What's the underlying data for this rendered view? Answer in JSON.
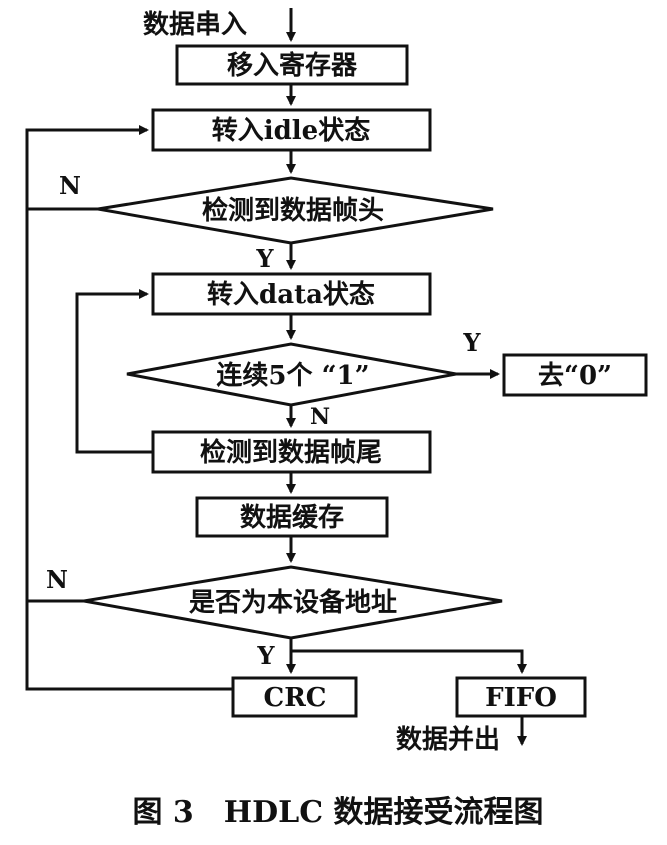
{
  "input_label": "数据串入",
  "output_label": "数据并出",
  "nodes": {
    "shift_in": "移入寄存器",
    "idle_state": "转入idle状态",
    "detect_head": "检测到数据帧头",
    "data_state": "转入data状态",
    "five_ones": "连续5个 “1”",
    "remove_zero": "去“0”",
    "detect_tail": "检测到数据帧尾",
    "buffer": "数据缓存",
    "addr_check": "是否为本设备地址",
    "crc": "CRC",
    "fifo": "FIFO"
  },
  "branch_labels": {
    "head_no": "N",
    "head_yes": "Y",
    "ones_yes": "Y",
    "ones_no": "N",
    "addr_no": "N",
    "addr_yes": "Y"
  },
  "caption": "图 3　HDLC 数据接受流程图"
}
